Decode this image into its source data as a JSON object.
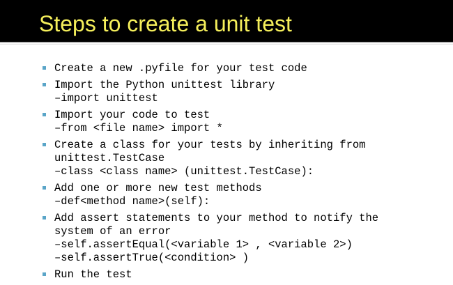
{
  "slide": {
    "title": "Steps to create a unit test",
    "title_color": "#f5ef5b",
    "bullet_color": "#5aa5c8",
    "bullets": [
      {
        "lines": [
          "Create a new .pyfile for your test code"
        ]
      },
      {
        "lines": [
          "Import the Python unittest library",
          "–import unittest"
        ]
      },
      {
        "lines": [
          "Import your code to test",
          "–from <file name> import *"
        ]
      },
      {
        "lines": [
          "Create a class for your tests by inheriting from",
          "unittest.TestCase",
          "–class <class name> (unittest.TestCase):"
        ]
      },
      {
        "lines": [
          "Add one or more new test methods",
          "–def<method name>(self):"
        ]
      },
      {
        "lines": [
          "Add assert statements to your method to notify the",
          "system of an error",
          "–self.assertEqual(<variable 1> , <variable 2>)",
          "–self.assertTrue(<condition> )"
        ]
      },
      {
        "lines": [
          "Run the test"
        ]
      }
    ]
  }
}
